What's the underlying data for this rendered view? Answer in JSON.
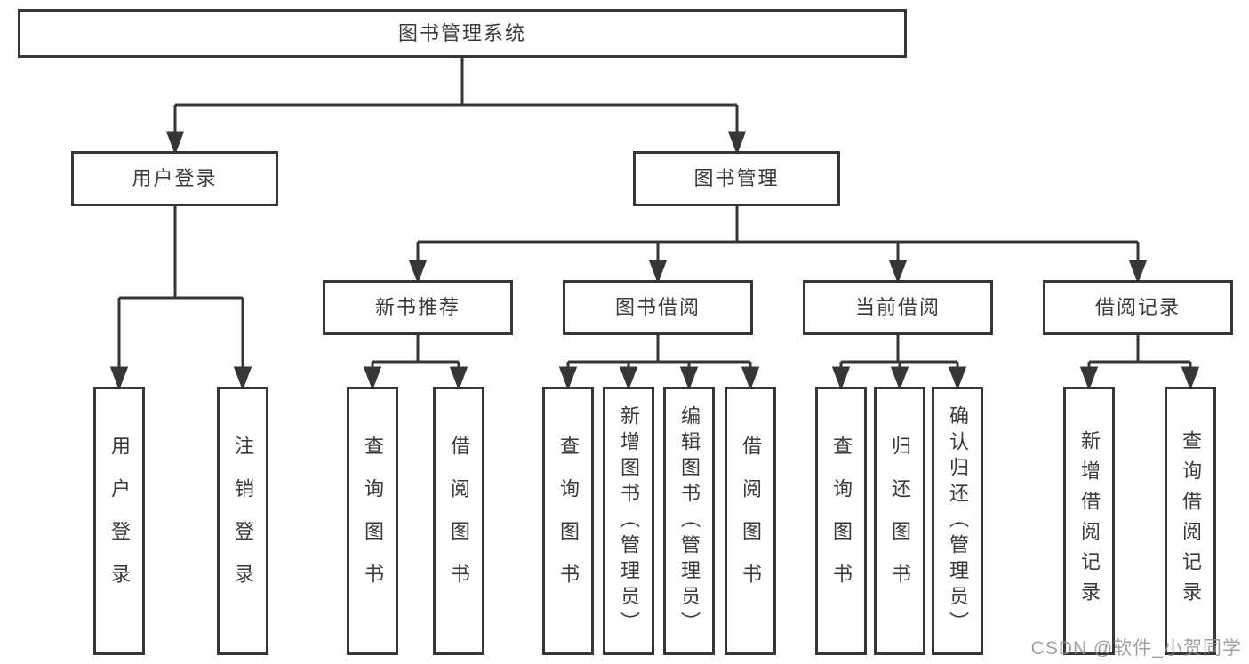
{
  "diagram": {
    "root": "图书管理系统",
    "user_login": {
      "label": "用户登录",
      "children": {
        "login": "用户登录",
        "logout": "注销登录"
      }
    },
    "book_management": {
      "label": "图书管理",
      "new_book_recommend": {
        "label": "新书推荐",
        "children": {
          "query": "查询图书",
          "borrow": "借阅图书"
        }
      },
      "book_borrow": {
        "label": "图书借阅",
        "children": {
          "query": "查询图书",
          "add": "新增图书（管理员）",
          "edit": "编辑图书（管理员）",
          "borrow": "借阅图书"
        }
      },
      "current_borrow": {
        "label": "当前借阅",
        "children": {
          "query": "查询图书",
          "return": "归还图书",
          "confirm": "确认归还（管理员）"
        }
      },
      "borrow_records": {
        "label": "借阅记录",
        "children": {
          "add": "新增借阅记录",
          "query": "查询借阅记录"
        }
      }
    }
  },
  "watermark": "CSDN @软件_小贺同学",
  "colors": {
    "line": "#363636",
    "text": "#3a3a3a",
    "watermark": "#919191"
  }
}
